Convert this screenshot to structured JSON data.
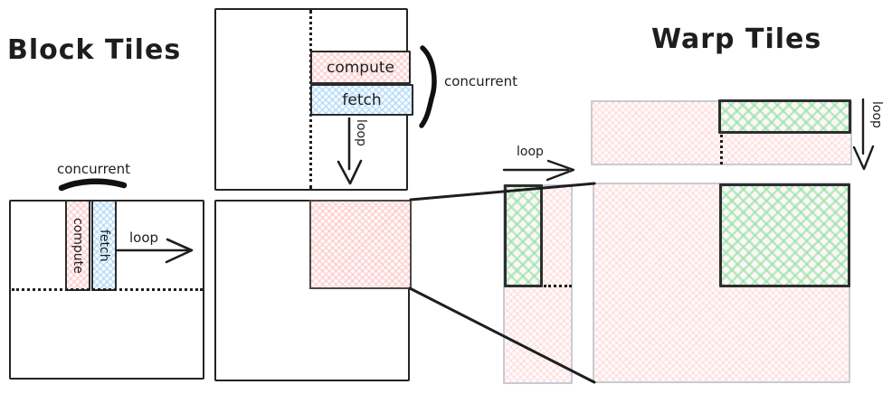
{
  "titles": {
    "block": "Block Tiles",
    "warp": "Warp Tiles"
  },
  "block_section": {
    "concurrent_label": "concurrent",
    "compute_label": "compute",
    "fetch_label": "fetch",
    "loop_label": "loop"
  },
  "middle_section": {
    "concurrent_label": "concurrent",
    "compute_label": "compute",
    "fetch_label": "fetch",
    "loop_label": "loop"
  },
  "warp_section": {
    "loop_label_column": "loop",
    "loop_label_bar": "loop"
  },
  "icons": [
    "right-arrow-icon",
    "down-arrow-icon",
    "curly-brace-icon",
    "underline-arc-icon"
  ],
  "colors": {
    "ink": "#1e1e1e",
    "pink_hatch": "#ffc9c9",
    "blue_hatch": "#a5d8ff",
    "green_hatch": "#b2f2bb",
    "light_border": "#c7ccd3",
    "tile_border": "#4a4a4a"
  }
}
